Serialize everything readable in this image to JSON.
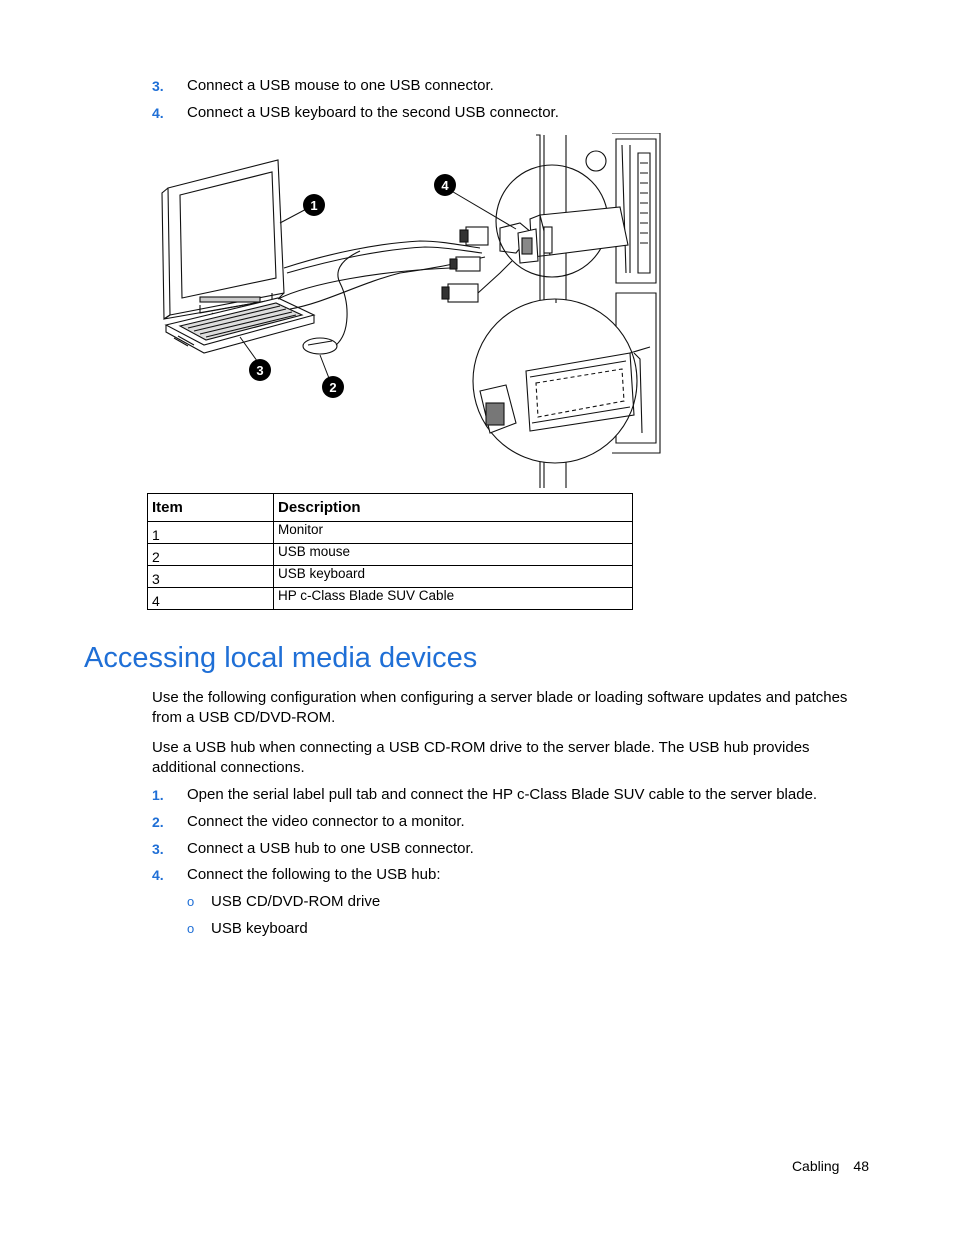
{
  "top_steps": [
    {
      "num": "3.",
      "text": "Connect a USB mouse to one USB connector."
    },
    {
      "num": "4.",
      "text": "Connect a USB keyboard to the second USB connector."
    }
  ],
  "figure": {
    "callouts": [
      "1",
      "2",
      "3",
      "4"
    ]
  },
  "table": {
    "headers": [
      "Item",
      "Description"
    ],
    "rows": [
      {
        "item": "1",
        "desc": "Monitor"
      },
      {
        "item": "2",
        "desc": "USB mouse"
      },
      {
        "item": "3",
        "desc": "USB keyboard"
      },
      {
        "item": "4",
        "desc": "HP c-Class Blade SUV Cable"
      }
    ]
  },
  "section": {
    "title": "Accessing local media devices",
    "paragraphs": [
      "Use the following configuration when configuring a server blade or loading software updates and patches from a USB CD/DVD-ROM.",
      "Use a USB hub when connecting a USB CD-ROM drive to the server blade. The USB hub provides additional connections."
    ],
    "steps": [
      {
        "num": "1.",
        "text": "Open the serial label pull tab and connect the HP c-Class Blade SUV cable to the server blade."
      },
      {
        "num": "2.",
        "text": "Connect the video connector to a monitor."
      },
      {
        "num": "3.",
        "text": "Connect a USB hub to one USB connector."
      },
      {
        "num": "4.",
        "text": "Connect the following to the USB hub:"
      }
    ],
    "bullets": [
      {
        "marker": "o",
        "text": "USB CD/DVD-ROM drive"
      },
      {
        "marker": "o",
        "text": "USB keyboard"
      }
    ]
  },
  "footer": {
    "section": "Cabling",
    "page": "48"
  }
}
